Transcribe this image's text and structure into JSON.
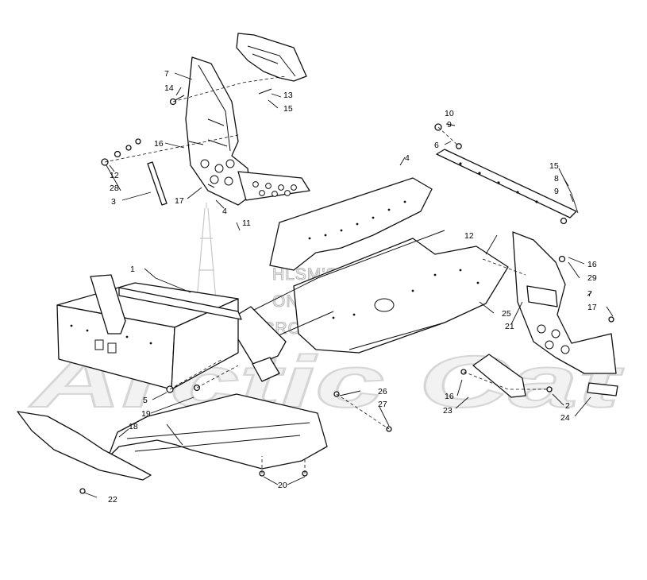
{
  "watermark": {
    "line1": "HLSM'S",
    "line2": "ONLINE",
    "line3": "MICROFICHE",
    "logo": "Arctic Cat"
  },
  "callouts": [
    "1",
    "2",
    "3",
    "4",
    "4",
    "5",
    "6",
    "7",
    "7",
    "8",
    "9",
    "9",
    "10",
    "11",
    "12",
    "12",
    "13",
    "14",
    "15",
    "15",
    "16",
    "16",
    "16",
    "17",
    "17",
    "18",
    "19",
    "20",
    "21",
    "22",
    "23",
    "24",
    "25",
    "26",
    "27",
    "28",
    "29"
  ]
}
